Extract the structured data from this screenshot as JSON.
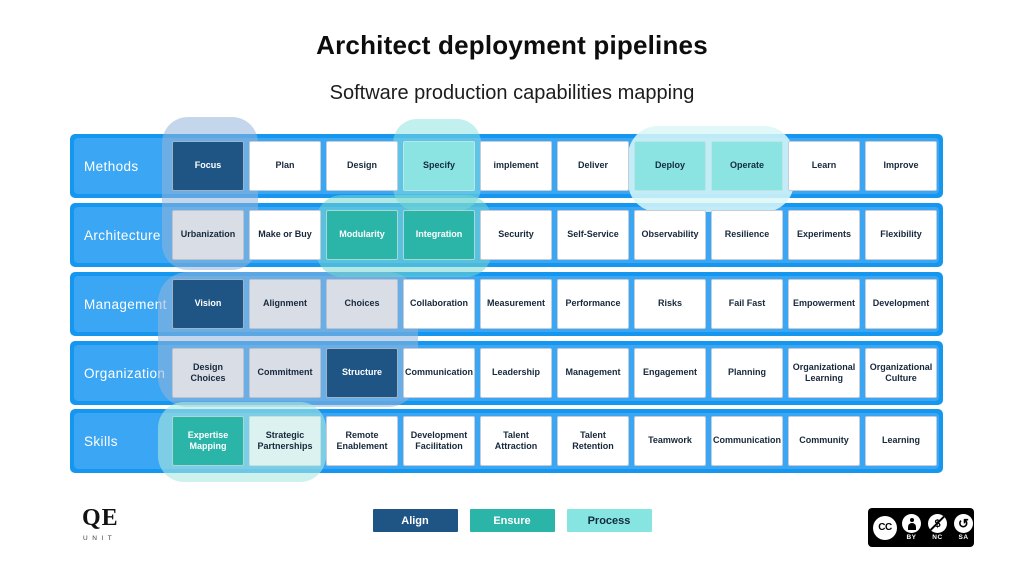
{
  "title": "Architect deployment pipelines",
  "subtitle": "Software production capabilities mapping",
  "rows": [
    {
      "label": "Methods",
      "cells": [
        {
          "label": "Focus",
          "type": "align"
        },
        {
          "label": "Plan",
          "type": "plain"
        },
        {
          "label": "Design",
          "type": "plain"
        },
        {
          "label": "Specify",
          "type": "process"
        },
        {
          "label": "implement",
          "type": "plain"
        },
        {
          "label": "Deliver",
          "type": "plain"
        },
        {
          "label": "Deploy",
          "type": "process"
        },
        {
          "label": "Operate",
          "type": "process"
        },
        {
          "label": "Learn",
          "type": "plain"
        },
        {
          "label": "Improve",
          "type": "plain"
        }
      ]
    },
    {
      "label": "Architecture",
      "cells": [
        {
          "label": "Urbanization",
          "type": "gray"
        },
        {
          "label": "Make or Buy",
          "type": "plain"
        },
        {
          "label": "Modularity",
          "type": "ensure"
        },
        {
          "label": "Integration",
          "type": "ensure"
        },
        {
          "label": "Security",
          "type": "plain"
        },
        {
          "label": "Self-Service",
          "type": "plain"
        },
        {
          "label": "Observability",
          "type": "plain"
        },
        {
          "label": "Resilience",
          "type": "plain"
        },
        {
          "label": "Experiments",
          "type": "plain"
        },
        {
          "label": "Flexibility",
          "type": "plain"
        }
      ]
    },
    {
      "label": "Management",
      "cells": [
        {
          "label": "Vision",
          "type": "align"
        },
        {
          "label": "Alignment",
          "type": "gray"
        },
        {
          "label": "Choices",
          "type": "gray"
        },
        {
          "label": "Collaboration",
          "type": "plain"
        },
        {
          "label": "Measurement",
          "type": "plain"
        },
        {
          "label": "Performance",
          "type": "plain"
        },
        {
          "label": "Risks",
          "type": "plain"
        },
        {
          "label": "Fail Fast",
          "type": "plain"
        },
        {
          "label": "Empowerment",
          "type": "plain"
        },
        {
          "label": "Development",
          "type": "plain"
        }
      ]
    },
    {
      "label": "Organization",
      "cells": [
        {
          "label": "Design Choices",
          "type": "gray"
        },
        {
          "label": "Commitment",
          "type": "gray"
        },
        {
          "label": "Structure",
          "type": "align"
        },
        {
          "label": "Communication",
          "type": "plain"
        },
        {
          "label": "Leadership",
          "type": "plain"
        },
        {
          "label": "Management",
          "type": "plain"
        },
        {
          "label": "Engagement",
          "type": "plain"
        },
        {
          "label": "Planning",
          "type": "plain"
        },
        {
          "label": "Organizational Learning",
          "type": "plain"
        },
        {
          "label": "Organizational Culture",
          "type": "plain"
        }
      ]
    },
    {
      "label": "Skills",
      "cells": [
        {
          "label": "Expertise Mapping",
          "type": "ensure"
        },
        {
          "label": "Strategic Partnerships",
          "type": "mint"
        },
        {
          "label": "Remote Enablement",
          "type": "plain"
        },
        {
          "label": "Development Facilitation",
          "type": "plain"
        },
        {
          "label": "Talent Attraction",
          "type": "plain"
        },
        {
          "label": "Talent Retention",
          "type": "plain"
        },
        {
          "label": "Teamwork",
          "type": "plain"
        },
        {
          "label": "Communication",
          "type": "plain"
        },
        {
          "label": "Community",
          "type": "plain"
        },
        {
          "label": "Learning",
          "type": "plain"
        }
      ]
    }
  ],
  "legend": [
    {
      "label": "Align",
      "type": "align",
      "color": "#1e5585"
    },
    {
      "label": "Ensure",
      "type": "ensure",
      "color": "#2bb5a9"
    },
    {
      "label": "Process",
      "type": "process",
      "color": "#87e5e1"
    }
  ],
  "colors": {
    "band_blue": "#1697ef",
    "band_blue_inner": "#3ba6f3",
    "align_dark_blue": "#1e5585",
    "ensure_teal": "#2bb5a9",
    "process_cyan": "#8be4e1",
    "gray_cell": "#d9dee6",
    "mint_cell": "#dcf2f0"
  },
  "logo": {
    "text": "QE",
    "subtext": "UNIT"
  },
  "license": {
    "cc": "CC",
    "labels": [
      "BY",
      "NC",
      "SA"
    ]
  }
}
